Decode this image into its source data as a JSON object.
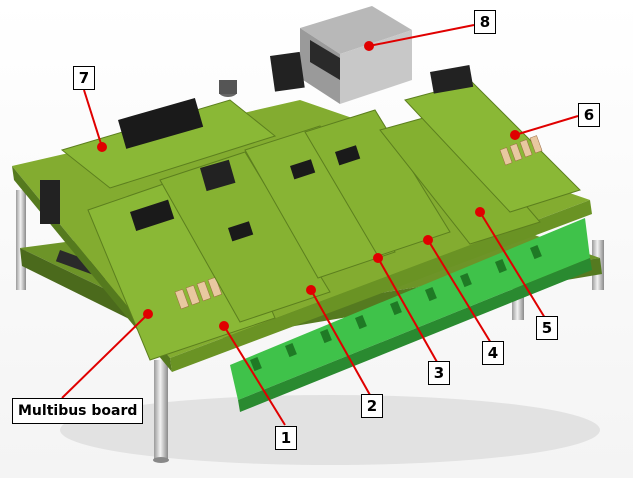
{
  "photo": {
    "subject": "stacked-pcb-assembly",
    "board_color": "#7fa82a",
    "terminal_color": "#3fc24a",
    "leader_color": "#e00000",
    "background": "#ffffff"
  },
  "callouts": [
    {
      "id": "multibus",
      "text": "Multibus board"
    },
    {
      "id": "c1",
      "text": "1"
    },
    {
      "id": "c2",
      "text": "2"
    },
    {
      "id": "c3",
      "text": "3"
    },
    {
      "id": "c4",
      "text": "4"
    },
    {
      "id": "c5",
      "text": "5"
    },
    {
      "id": "c6",
      "text": "6"
    },
    {
      "id": "c7",
      "text": "7"
    },
    {
      "id": "c8",
      "text": "8"
    }
  ]
}
